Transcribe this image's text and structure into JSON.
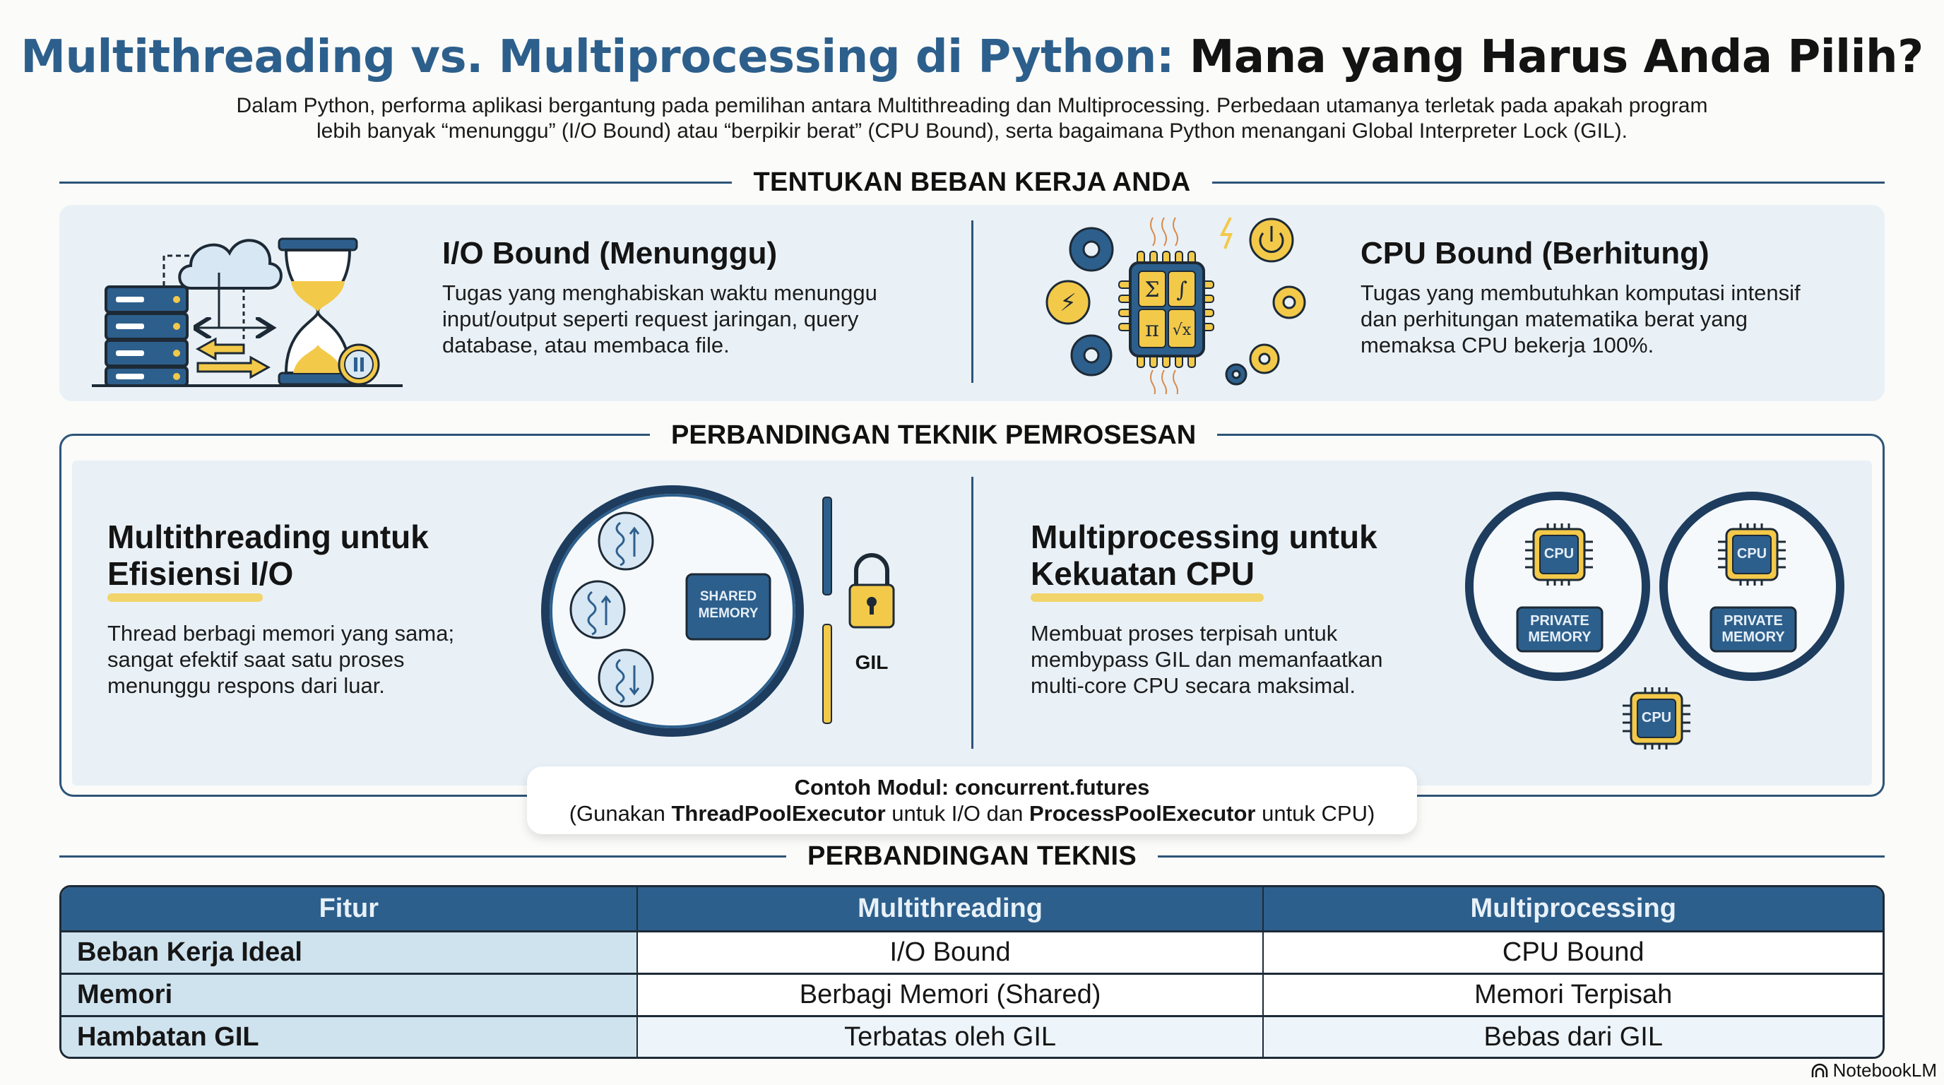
{
  "header": {
    "title_blue": "Multithreading vs. Multiprocessing di Python:",
    "title_dark": "Mana yang Harus Anda Pilih?",
    "subtitle_line1": "Dalam Python, performa aplikasi bergantung pada pemilihan antara Multithreading dan Multiprocessing. Perbedaan utamanya terletak pada apakah program",
    "subtitle_line2": "lebih banyak “menunggu” (I/O Bound) atau “berpikir berat” (CPU Bound), serta bagaimana Python menangani Global Interpreter Lock (GIL)."
  },
  "workload": {
    "section_title": "TENTUKAN BEBAN KERJA ANDA",
    "io": {
      "icon": "server-cloud-hourglass-icon",
      "title": "I/O Bound (Menunggu)",
      "lines": [
        "Tugas yang menghabiskan waktu menunggu",
        "input/output seperti request jaringan, query",
        "database, atau membaca file."
      ]
    },
    "cpu": {
      "icon": "cpu-gears-icon",
      "chip_symbols": [
        "Σ",
        "∫",
        "π",
        "√x"
      ],
      "title": "CPU Bound (Berhitung)",
      "lines": [
        "Tugas yang membutuhkan komputasi intensif",
        "dan perhitungan matematika berat yang",
        "memaksa CPU bekerja 100%."
      ]
    }
  },
  "techniques": {
    "section_title": "PERBANDINGAN TEKNIK PEMROSESAN",
    "multithreading": {
      "title_line1": "Multithreading untuk",
      "title_line2": "Efisiensi I/O",
      "lines": [
        "Thread berbagi memori yang sama;",
        "sangat efektif saat satu proses",
        "menunggu respons dari luar."
      ],
      "diagram": {
        "shared_memory_line1": "SHARED",
        "shared_memory_line2": "MEMORY",
        "lock_label": "GIL"
      }
    },
    "multiprocessing": {
      "title_line1": "Multiprocessing untuk",
      "title_line2": "Kekuatan CPU",
      "lines": [
        "Membuat proses terpisah untuk",
        "membypass GIL dan memanfaatkan",
        "multi-core CPU secara maksimal."
      ],
      "diagram": {
        "cpu_label": "CPU",
        "private_memory_line1": "PRIVATE",
        "private_memory_line2": "MEMORY"
      }
    },
    "callout": {
      "line1": "Contoh Modul: concurrent.futures",
      "line2_a": "(Gunakan ",
      "line2_b": "ThreadPoolExecutor",
      "line2_c": " untuk I/O dan ",
      "line2_d": "ProcessPoolExecutor",
      "line2_e": " untuk CPU)"
    }
  },
  "comparison": {
    "section_title": "PERBANDINGAN TEKNIS",
    "headers": [
      "Fitur",
      "Multithreading",
      "Multiprocessing"
    ],
    "rows": [
      [
        "Beban Kerja Ideal",
        "I/O Bound",
        "CPU Bound"
      ],
      [
        "Memori",
        "Berbagi Memori (Shared)",
        "Memori Terpisah"
      ],
      [
        "Hambatan GIL",
        "Terbatas oleh GIL",
        "Bebas dari GIL"
      ]
    ]
  },
  "footer": {
    "brand": "NotebookLM"
  },
  "colors": {
    "primary_blue": "#2d5f8c",
    "dark_navy": "#1d3c5e",
    "accent_yellow": "#f3c94a",
    "panel_bg": "#e9f1f7",
    "feature_col_bg": "#cfe3ef"
  }
}
